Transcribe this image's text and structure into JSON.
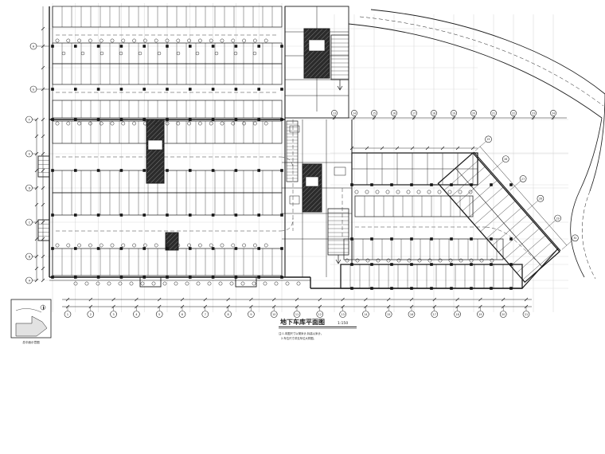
{
  "drawing": {
    "title": "地下车库平面图",
    "scale": "1:150",
    "notes": [
      "注:1.本图尺寸以毫米计,标高以米计。",
      "2.车位尺寸详见车位大样图。"
    ]
  },
  "keyplan": {
    "label": "总平面示意图"
  },
  "axes": {
    "bottom": [
      "1",
      "2",
      "3",
      "4",
      "5",
      "6",
      "7",
      "8",
      "9",
      "10",
      "11",
      "12",
      "13",
      "14",
      "15",
      "16",
      "17",
      "18",
      "19",
      "20",
      "21"
    ],
    "left": [
      "A",
      "B",
      "C",
      "D",
      "E",
      "F"
    ],
    "left_upper": [
      "G",
      "H"
    ],
    "top_right": [
      "13",
      "14",
      "15",
      "16",
      "17",
      "18",
      "19",
      "20",
      "21",
      "22",
      "23",
      "24"
    ],
    "wing": [
      "25",
      "26",
      "27",
      "28",
      "29",
      "30"
    ]
  },
  "colors": {
    "ink": "#1c1c1c",
    "grid": "#c9c9c9",
    "fill_dark": "#2b2b2b",
    "paper": "#ffffff"
  }
}
